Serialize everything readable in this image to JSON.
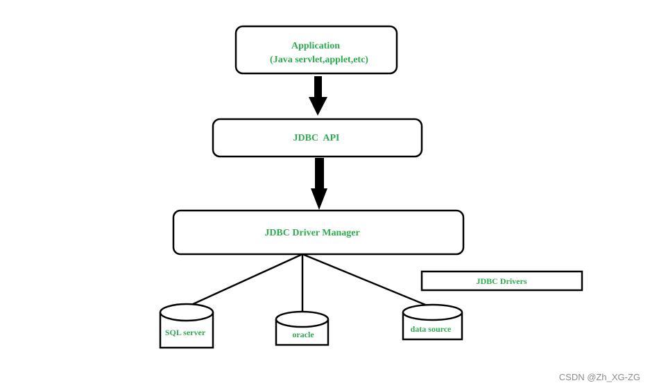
{
  "nodes": {
    "application": {
      "line1": "Application",
      "line2": "(Java servlet,applet,etc)"
    },
    "jdbc_api": {
      "label": "JDBC  API"
    },
    "driver_manager": {
      "label": "JDBC Driver Manager"
    },
    "jdbc_drivers": {
      "label": "JDBC Drivers"
    }
  },
  "databases": {
    "sql_server": "SQL server",
    "oracle": "oracle",
    "data_source": "data source"
  },
  "watermark": "CSDN @Zh_XG-ZG",
  "colors": {
    "label": "#2eab4f",
    "stroke": "#000000",
    "background": "#ffffff"
  }
}
